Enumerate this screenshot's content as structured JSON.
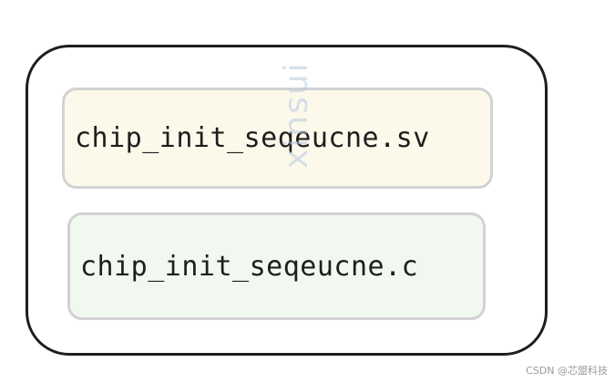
{
  "diagram": {
    "files": [
      {
        "name": "chip_init_seqeucne.sv",
        "fill": "#fcf9ea",
        "border": "#d2d2d2"
      },
      {
        "name": "chip_init_seqeucne.c",
        "fill": "#f0f8f0",
        "border": "#d2d2d2"
      }
    ],
    "frame_color": "#1e1e1e"
  },
  "watermark": "xinsui",
  "credit": "CSDN @芯盟科技"
}
